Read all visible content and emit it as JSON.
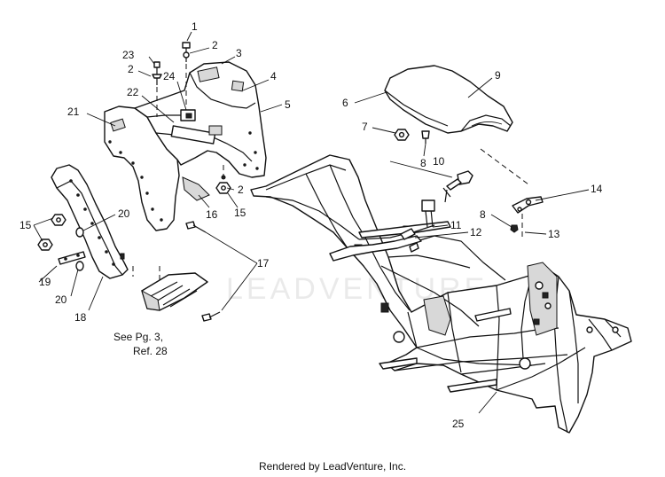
{
  "callouts": {
    "c1": "1",
    "c2a": "2",
    "c2b": "2",
    "c2c": "2",
    "c3": "3",
    "c4": "4",
    "c5": "5",
    "c6": "6",
    "c7": "7",
    "c8a": "8",
    "c8b": "8",
    "c9": "9",
    "c10": "10",
    "c11": "11",
    "c12": "12",
    "c13": "13",
    "c14": "14",
    "c15a": "15",
    "c15b": "15",
    "c16": "16",
    "c17": "17",
    "c18": "18",
    "c19": "19",
    "c20a": "20",
    "c20b": "20",
    "c21": "21",
    "c22": "22",
    "c23": "23",
    "c24": "24",
    "c25": "25"
  },
  "note": {
    "line1": "See Pg. 3,",
    "line2": "Ref. 28"
  },
  "watermark": "LEADVENTURE",
  "footer": "Rendered by LeadVenture, Inc."
}
